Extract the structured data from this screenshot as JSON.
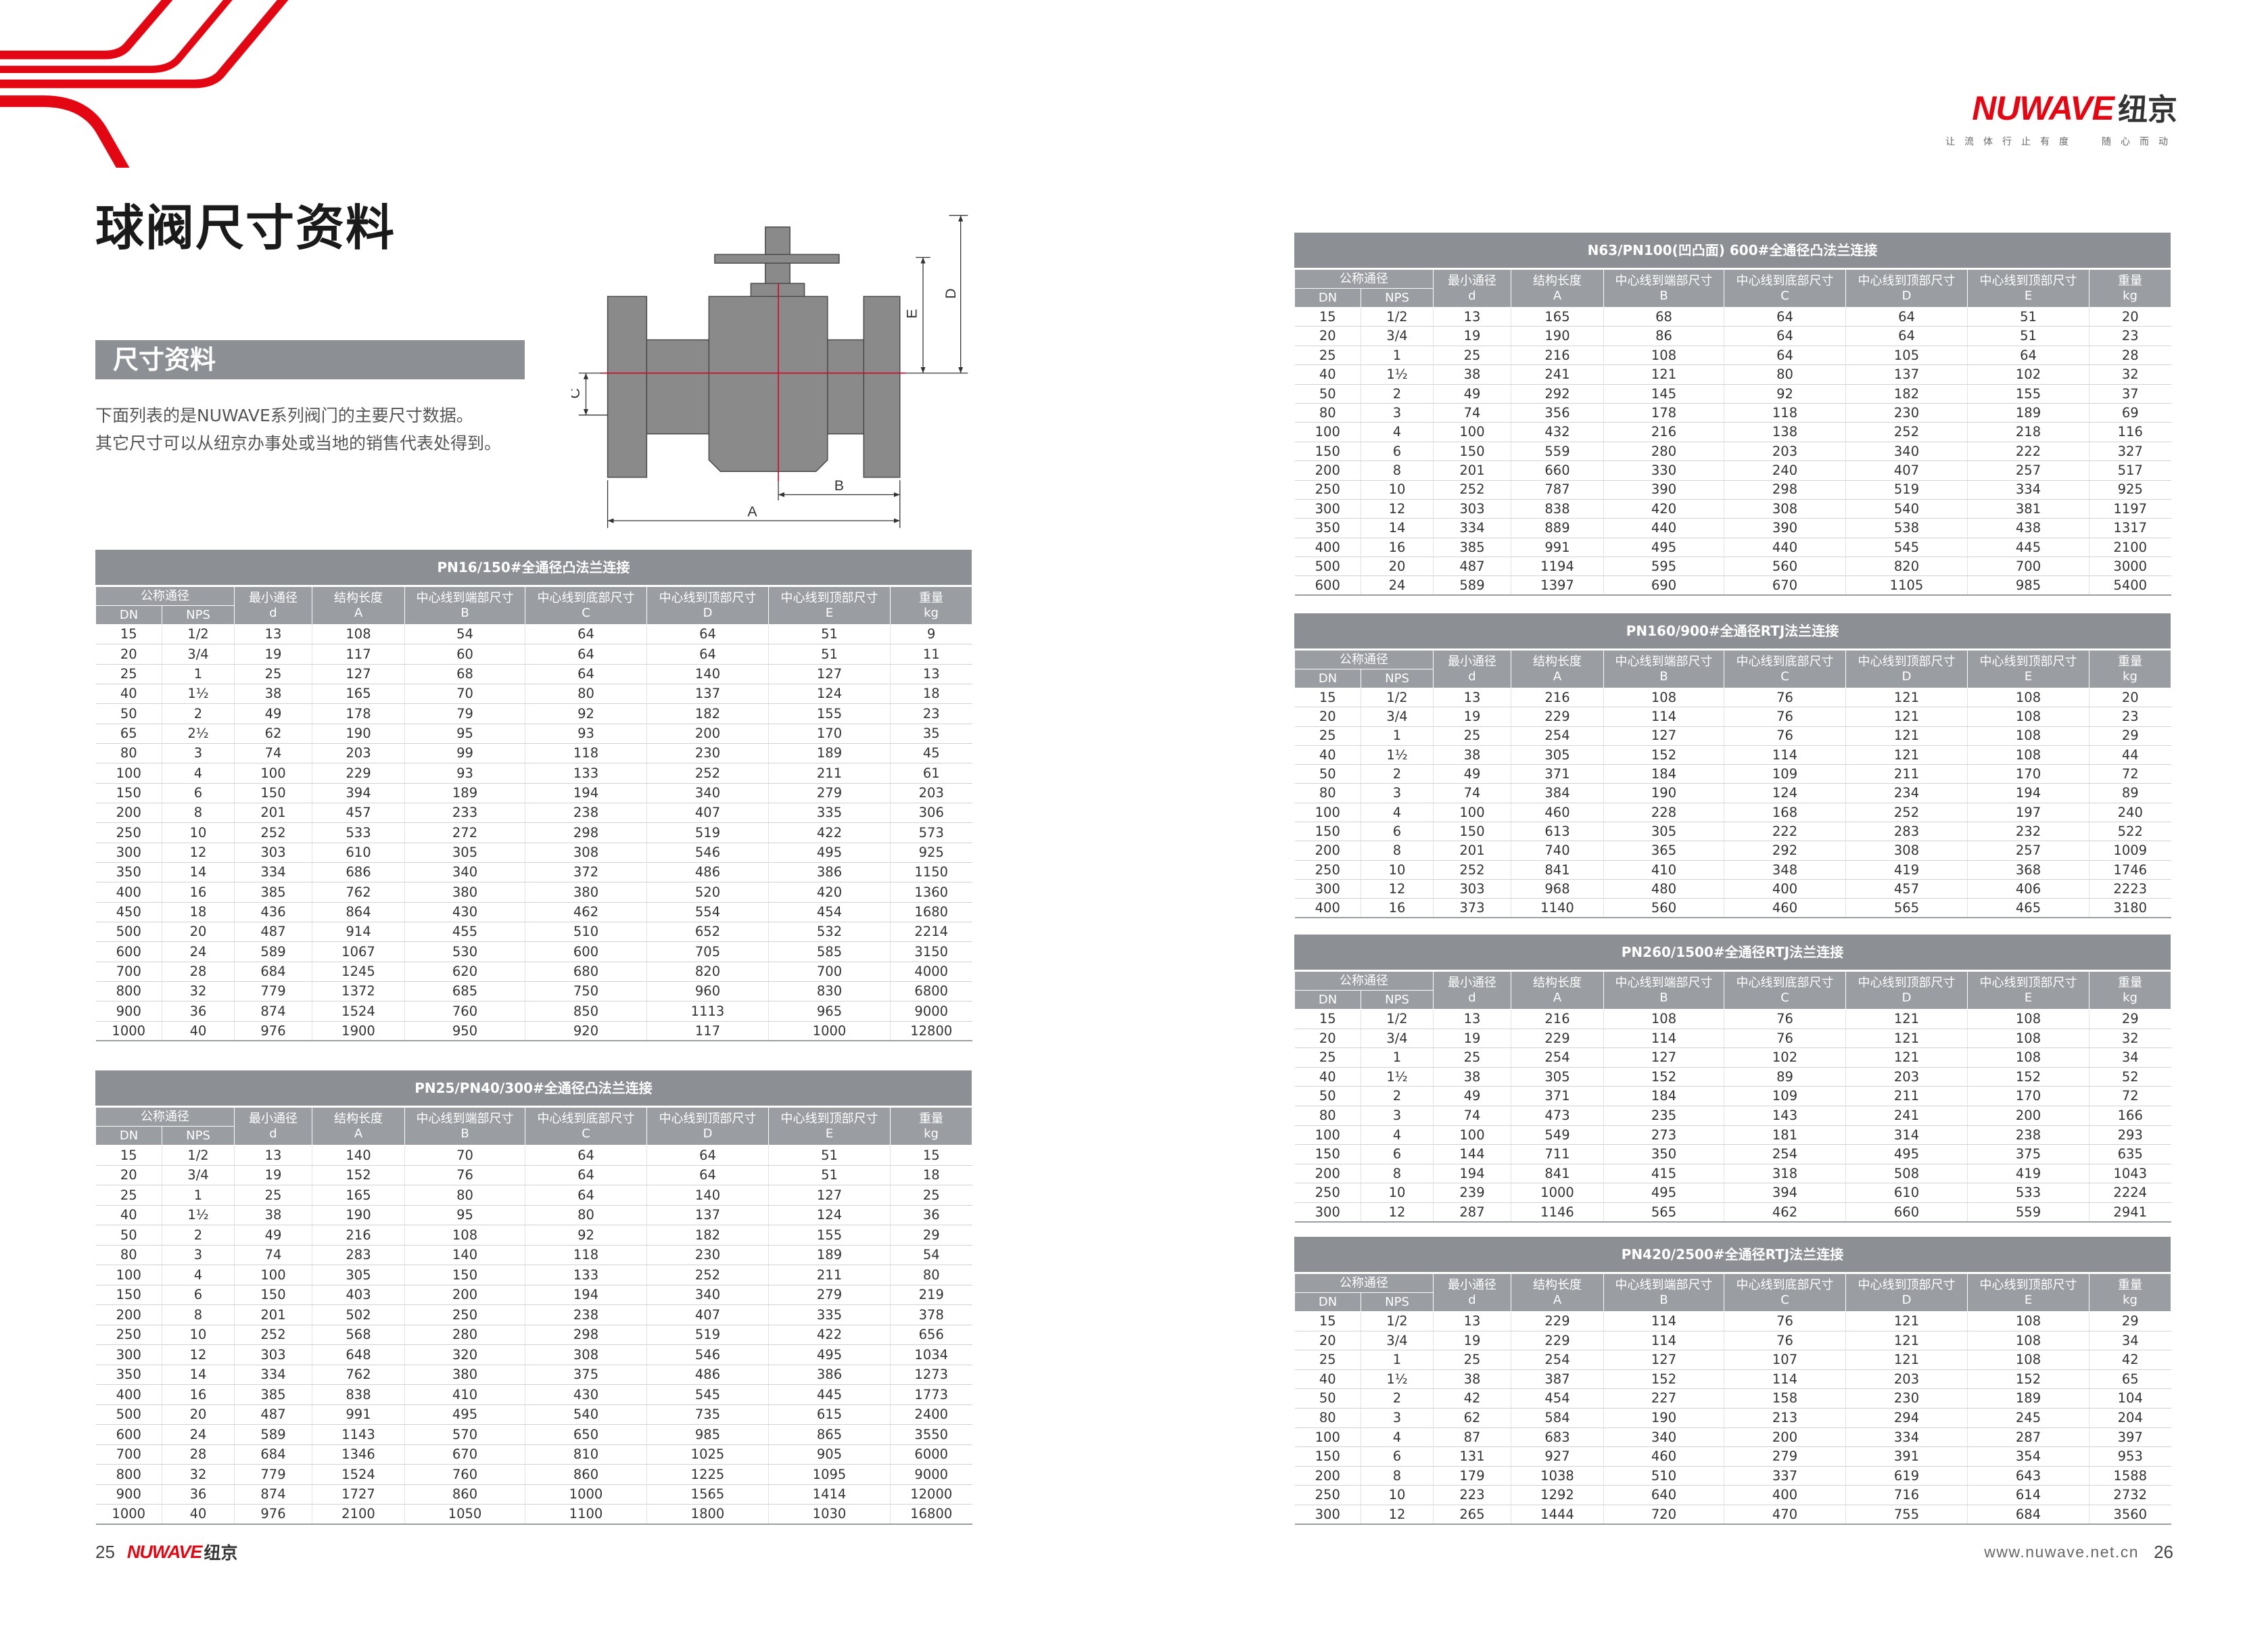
{
  "brand": {
    "latin": "NUWAVE",
    "cn": "纽京",
    "tagline_left": "让流体行止有度",
    "tagline_right": "随心而动"
  },
  "page": {
    "title": "球阀尺寸资料",
    "section_heading": "尺寸资料",
    "intro_line1": "下面列表的是NUWAVE系列阀门的主要尺寸数据。",
    "intro_line2": "其它尺寸可以从纽京办事处或当地的销售代表处得到。"
  },
  "diagram": {
    "labels": {
      "a": "A",
      "b": "B",
      "c": "C",
      "d": "D",
      "e": "E"
    }
  },
  "colors": {
    "accent_red": "#e30613",
    "table_gray": "#8c8f94",
    "table_header_gray": "#9a9da2",
    "valve_body_gray": "#8a8a8a",
    "centerline_red": "#c8102e"
  },
  "columns": {
    "group": "公称通径",
    "dn": "DN",
    "nps": "NPS",
    "items": [
      {
        "label": "最小通径",
        "sym": "d"
      },
      {
        "label": "结构长度",
        "sym": "A"
      },
      {
        "label": "中心线到端部尺寸",
        "sym": "B"
      },
      {
        "label": "中心线到底部尺寸",
        "sym": "C"
      },
      {
        "label": "中心线到顶部尺寸",
        "sym": "D"
      },
      {
        "label": "中心线到顶部尺寸",
        "sym": "E"
      },
      {
        "label": "重量",
        "sym": "kg"
      }
    ]
  },
  "tables": [
    {
      "title": "PN16/150#全通径凸法兰连接",
      "rows": [
        [
          "15",
          "1/2",
          "13",
          "108",
          "54",
          "64",
          "64",
          "51",
          "9"
        ],
        [
          "20",
          "3/4",
          "19",
          "117",
          "60",
          "64",
          "64",
          "51",
          "11"
        ],
        [
          "25",
          "1",
          "25",
          "127",
          "68",
          "64",
          "140",
          "127",
          "13"
        ],
        [
          "40",
          "1½",
          "38",
          "165",
          "70",
          "80",
          "137",
          "124",
          "18"
        ],
        [
          "50",
          "2",
          "49",
          "178",
          "79",
          "92",
          "182",
          "155",
          "23"
        ],
        [
          "65",
          "2½",
          "62",
          "190",
          "95",
          "93",
          "200",
          "170",
          "35"
        ],
        [
          "80",
          "3",
          "74",
          "203",
          "99",
          "118",
          "230",
          "189",
          "45"
        ],
        [
          "100",
          "4",
          "100",
          "229",
          "93",
          "133",
          "252",
          "211",
          "61"
        ],
        [
          "150",
          "6",
          "150",
          "394",
          "189",
          "194",
          "340",
          "279",
          "203"
        ],
        [
          "200",
          "8",
          "201",
          "457",
          "233",
          "238",
          "407",
          "335",
          "306"
        ],
        [
          "250",
          "10",
          "252",
          "533",
          "272",
          "298",
          "519",
          "422",
          "573"
        ],
        [
          "300",
          "12",
          "303",
          "610",
          "305",
          "308",
          "546",
          "495",
          "925"
        ],
        [
          "350",
          "14",
          "334",
          "686",
          "340",
          "372",
          "486",
          "386",
          "1150"
        ],
        [
          "400",
          "16",
          "385",
          "762",
          "380",
          "380",
          "520",
          "420",
          "1360"
        ],
        [
          "450",
          "18",
          "436",
          "864",
          "430",
          "462",
          "554",
          "454",
          "1680"
        ],
        [
          "500",
          "20",
          "487",
          "914",
          "455",
          "510",
          "652",
          "532",
          "2214"
        ],
        [
          "600",
          "24",
          "589",
          "1067",
          "530",
          "600",
          "705",
          "585",
          "3150"
        ],
        [
          "700",
          "28",
          "684",
          "1245",
          "620",
          "680",
          "820",
          "700",
          "4000"
        ],
        [
          "800",
          "32",
          "779",
          "1372",
          "685",
          "750",
          "960",
          "830",
          "6800"
        ],
        [
          "900",
          "36",
          "874",
          "1524",
          "760",
          "850",
          "1113",
          "965",
          "9000"
        ],
        [
          "1000",
          "40",
          "976",
          "1900",
          "950",
          "920",
          "117",
          "1000",
          "12800"
        ]
      ]
    },
    {
      "title": "PN25/PN40/300#全通径凸法兰连接",
      "rows": [
        [
          "15",
          "1/2",
          "13",
          "140",
          "70",
          "64",
          "64",
          "51",
          "15"
        ],
        [
          "20",
          "3/4",
          "19",
          "152",
          "76",
          "64",
          "64",
          "51",
          "18"
        ],
        [
          "25",
          "1",
          "25",
          "165",
          "80",
          "64",
          "140",
          "127",
          "25"
        ],
        [
          "40",
          "1½",
          "38",
          "190",
          "95",
          "80",
          "137",
          "124",
          "36"
        ],
        [
          "50",
          "2",
          "49",
          "216",
          "108",
          "92",
          "182",
          "155",
          "29"
        ],
        [
          "80",
          "3",
          "74",
          "283",
          "140",
          "118",
          "230",
          "189",
          "54"
        ],
        [
          "100",
          "4",
          "100",
          "305",
          "150",
          "133",
          "252",
          "211",
          "80"
        ],
        [
          "150",
          "6",
          "150",
          "403",
          "200",
          "194",
          "340",
          "279",
          "219"
        ],
        [
          "200",
          "8",
          "201",
          "502",
          "250",
          "238",
          "407",
          "335",
          "378"
        ],
        [
          "250",
          "10",
          "252",
          "568",
          "280",
          "298",
          "519",
          "422",
          "656"
        ],
        [
          "300",
          "12",
          "303",
          "648",
          "320",
          "308",
          "546",
          "495",
          "1034"
        ],
        [
          "350",
          "14",
          "334",
          "762",
          "380",
          "375",
          "486",
          "386",
          "1273"
        ],
        [
          "400",
          "16",
          "385",
          "838",
          "410",
          "430",
          "545",
          "445",
          "1773"
        ],
        [
          "500",
          "20",
          "487",
          "991",
          "495",
          "540",
          "735",
          "615",
          "2400"
        ],
        [
          "600",
          "24",
          "589",
          "1143",
          "570",
          "650",
          "985",
          "865",
          "3550"
        ],
        [
          "700",
          "28",
          "684",
          "1346",
          "670",
          "810",
          "1025",
          "905",
          "6000"
        ],
        [
          "800",
          "32",
          "779",
          "1524",
          "760",
          "860",
          "1225",
          "1095",
          "9000"
        ],
        [
          "900",
          "36",
          "874",
          "1727",
          "860",
          "1000",
          "1565",
          "1414",
          "12000"
        ],
        [
          "1000",
          "40",
          "976",
          "2100",
          "1050",
          "1100",
          "1800",
          "1030",
          "16800"
        ]
      ]
    },
    {
      "title": "N63/PN100(凹凸面) 600#全通径凸法兰连接",
      "rows": [
        [
          "15",
          "1/2",
          "13",
          "165",
          "68",
          "64",
          "64",
          "51",
          "20"
        ],
        [
          "20",
          "3/4",
          "19",
          "190",
          "86",
          "64",
          "64",
          "51",
          "23"
        ],
        [
          "25",
          "1",
          "25",
          "216",
          "108",
          "64",
          "105",
          "64",
          "28"
        ],
        [
          "40",
          "1½",
          "38",
          "241",
          "121",
          "80",
          "137",
          "102",
          "32"
        ],
        [
          "50",
          "2",
          "49",
          "292",
          "145",
          "92",
          "182",
          "155",
          "37"
        ],
        [
          "80",
          "3",
          "74",
          "356",
          "178",
          "118",
          "230",
          "189",
          "69"
        ],
        [
          "100",
          "4",
          "100",
          "432",
          "216",
          "138",
          "252",
          "218",
          "116"
        ],
        [
          "150",
          "6",
          "150",
          "559",
          "280",
          "203",
          "340",
          "222",
          "327"
        ],
        [
          "200",
          "8",
          "201",
          "660",
          "330",
          "240",
          "407",
          "257",
          "517"
        ],
        [
          "250",
          "10",
          "252",
          "787",
          "390",
          "298",
          "519",
          "334",
          "925"
        ],
        [
          "300",
          "12",
          "303",
          "838",
          "420",
          "308",
          "540",
          "381",
          "1197"
        ],
        [
          "350",
          "14",
          "334",
          "889",
          "440",
          "390",
          "538",
          "438",
          "1317"
        ],
        [
          "400",
          "16",
          "385",
          "991",
          "495",
          "440",
          "545",
          "445",
          "2100"
        ],
        [
          "500",
          "20",
          "487",
          "1194",
          "595",
          "560",
          "820",
          "700",
          "3000"
        ],
        [
          "600",
          "24",
          "589",
          "1397",
          "690",
          "670",
          "1105",
          "985",
          "5400"
        ]
      ]
    },
    {
      "title": "PN160/900#全通径RTJ法兰连接",
      "rows": [
        [
          "15",
          "1/2",
          "13",
          "216",
          "108",
          "76",
          "121",
          "108",
          "20"
        ],
        [
          "20",
          "3/4",
          "19",
          "229",
          "114",
          "76",
          "121",
          "108",
          "23"
        ],
        [
          "25",
          "1",
          "25",
          "254",
          "127",
          "76",
          "121",
          "108",
          "29"
        ],
        [
          "40",
          "1½",
          "38",
          "305",
          "152",
          "114",
          "121",
          "108",
          "44"
        ],
        [
          "50",
          "2",
          "49",
          "371",
          "184",
          "109",
          "211",
          "170",
          "72"
        ],
        [
          "80",
          "3",
          "74",
          "384",
          "190",
          "124",
          "234",
          "194",
          "89"
        ],
        [
          "100",
          "4",
          "100",
          "460",
          "228",
          "168",
          "252",
          "197",
          "240"
        ],
        [
          "150",
          "6",
          "150",
          "613",
          "305",
          "222",
          "283",
          "232",
          "522"
        ],
        [
          "200",
          "8",
          "201",
          "740",
          "365",
          "292",
          "308",
          "257",
          "1009"
        ],
        [
          "250",
          "10",
          "252",
          "841",
          "410",
          "348",
          "419",
          "368",
          "1746"
        ],
        [
          "300",
          "12",
          "303",
          "968",
          "480",
          "400",
          "457",
          "406",
          "2223"
        ],
        [
          "400",
          "16",
          "373",
          "1140",
          "560",
          "460",
          "565",
          "465",
          "3180"
        ]
      ]
    },
    {
      "title": "PN260/1500#全通径RTJ法兰连接",
      "rows": [
        [
          "15",
          "1/2",
          "13",
          "216",
          "108",
          "76",
          "121",
          "108",
          "29"
        ],
        [
          "20",
          "3/4",
          "19",
          "229",
          "114",
          "76",
          "121",
          "108",
          "32"
        ],
        [
          "25",
          "1",
          "25",
          "254",
          "127",
          "102",
          "121",
          "108",
          "34"
        ],
        [
          "40",
          "1½",
          "38",
          "305",
          "152",
          "89",
          "203",
          "152",
          "52"
        ],
        [
          "50",
          "2",
          "49",
          "371",
          "184",
          "109",
          "211",
          "170",
          "72"
        ],
        [
          "80",
          "3",
          "74",
          "473",
          "235",
          "143",
          "241",
          "200",
          "166"
        ],
        [
          "100",
          "4",
          "100",
          "549",
          "273",
          "181",
          "314",
          "238",
          "293"
        ],
        [
          "150",
          "6",
          "144",
          "711",
          "350",
          "254",
          "495",
          "375",
          "635"
        ],
        [
          "200",
          "8",
          "194",
          "841",
          "415",
          "318",
          "508",
          "419",
          "1043"
        ],
        [
          "250",
          "10",
          "239",
          "1000",
          "495",
          "394",
          "610",
          "533",
          "2224"
        ],
        [
          "300",
          "12",
          "287",
          "1146",
          "565",
          "462",
          "660",
          "559",
          "2941"
        ]
      ]
    },
    {
      "title": "PN420/2500#全通径RTJ法兰连接",
      "rows": [
        [
          "15",
          "1/2",
          "13",
          "229",
          "114",
          "76",
          "121",
          "108",
          "29"
        ],
        [
          "20",
          "3/4",
          "19",
          "229",
          "114",
          "76",
          "121",
          "108",
          "34"
        ],
        [
          "25",
          "1",
          "25",
          "254",
          "127",
          "107",
          "121",
          "108",
          "42"
        ],
        [
          "40",
          "1½",
          "38",
          "387",
          "152",
          "114",
          "203",
          "152",
          "65"
        ],
        [
          "50",
          "2",
          "42",
          "454",
          "227",
          "158",
          "230",
          "189",
          "104"
        ],
        [
          "80",
          "3",
          "62",
          "584",
          "190",
          "213",
          "294",
          "245",
          "204"
        ],
        [
          "100",
          "4",
          "87",
          "683",
          "340",
          "200",
          "334",
          "287",
          "397"
        ],
        [
          "150",
          "6",
          "131",
          "927",
          "460",
          "279",
          "391",
          "354",
          "953"
        ],
        [
          "200",
          "8",
          "179",
          "1038",
          "510",
          "337",
          "619",
          "643",
          "1588"
        ],
        [
          "250",
          "10",
          "223",
          "1292",
          "640",
          "400",
          "716",
          "614",
          "2732"
        ],
        [
          "300",
          "12",
          "265",
          "1444",
          "720",
          "470",
          "755",
          "684",
          "3560"
        ]
      ]
    }
  ],
  "footer": {
    "page_left": "25",
    "website": "www.nuwave.net.cn",
    "page_right": "26"
  }
}
